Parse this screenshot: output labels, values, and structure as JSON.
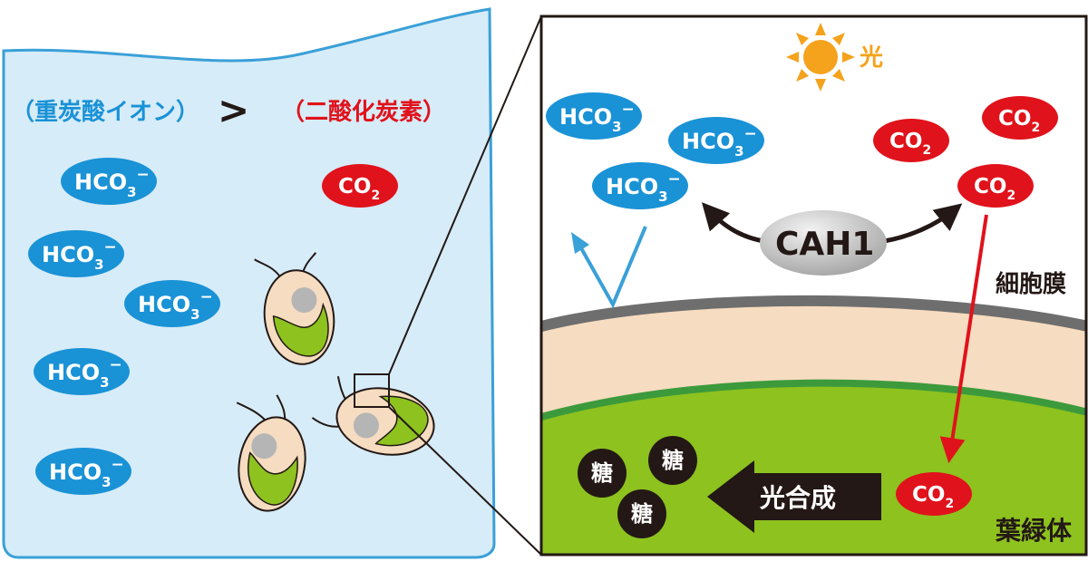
{
  "left_panel": {
    "bicarbonate_label": "（重炭酸イオン）",
    "greater_than": ">",
    "co2_label": "（二酸化炭素）",
    "hco3_main": "HCO",
    "hco3_sub": "3",
    "hco3_sup": "−",
    "co2_main": "CO",
    "co2_sub": "2"
  },
  "right_panel": {
    "light_label": "光",
    "enzyme_label": "CAH1",
    "membrane_label": "細胞膜",
    "chloroplast_label": "葉緑体",
    "photosynthesis_label": "光合成",
    "sugar_label": "糖",
    "hco3_main": "HCO",
    "hco3_sub": "3",
    "hco3_sup": "−",
    "co2_main": "CO",
    "co2_sub": "2"
  },
  "colors": {
    "water": "#d6ecf8",
    "water_border": "#3aa0d8",
    "hco3_fill": "#1a92d6",
    "co2_fill": "#e0121b",
    "cah1_fill": "#c8c8c8",
    "membrane_outer": "#6e6e6e",
    "membrane_inner": "#f6dcc0",
    "chloroplast": "#8dc21f",
    "chloroplast_edge": "#3c9a3c",
    "sun": "#f5a21c",
    "sugar": "#231815"
  }
}
